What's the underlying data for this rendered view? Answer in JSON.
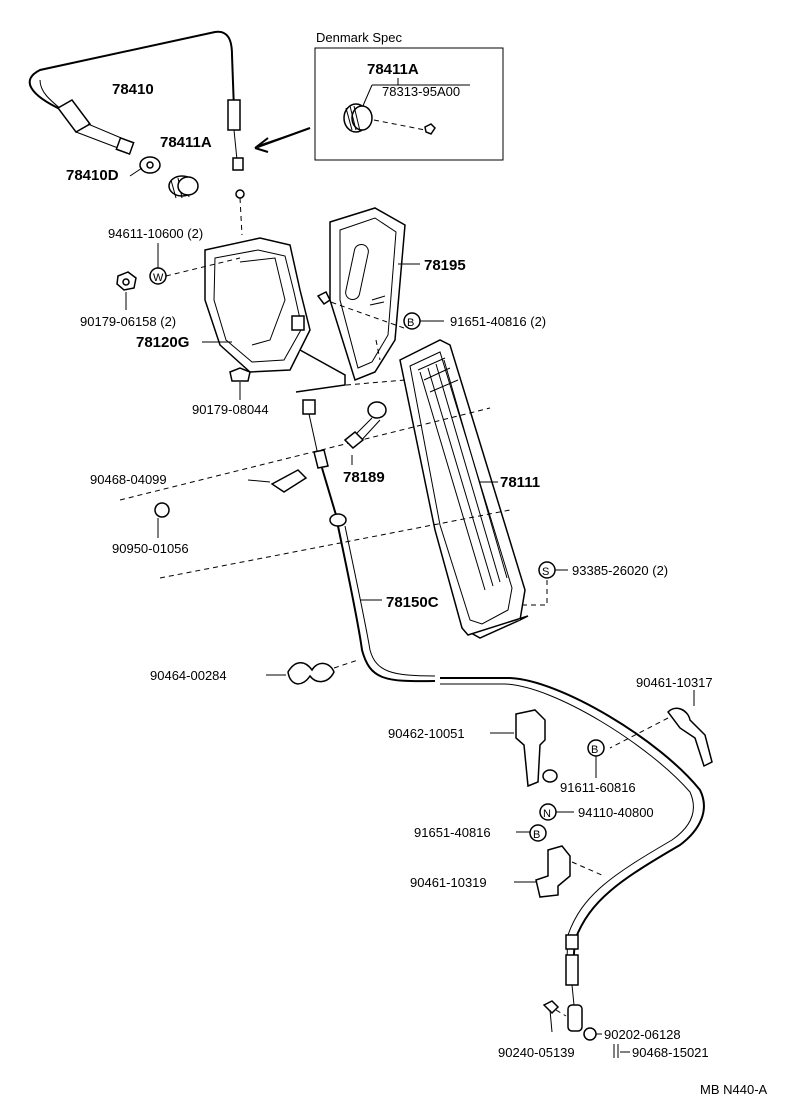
{
  "inset": {
    "title": "Denmark Spec",
    "part_main": "78411A",
    "part_sub": "78313-95A00"
  },
  "labels": {
    "p78410": "78410",
    "p78411A": "78411A",
    "p78410D": "78410D",
    "p94611": "94611-10600 (2)",
    "p78195": "78195",
    "p90179a": "90179-06158 (2)",
    "p91651a": "91651-40816 (2)",
    "p78120G": "78120G",
    "p90179b": "90179-08044",
    "p90468a": "90468-04099",
    "p78189": "78189",
    "p78111": "78111",
    "p90950": "90950-01056",
    "p93385": "93385-26020 (2)",
    "p78150C": "78150C",
    "p90464": "90464-00284",
    "p90461a": "90461-10317",
    "p90462": "90462-10051",
    "p91611": "91611-60816",
    "p94110": "94110-40800",
    "p91651b": "91651-40816",
    "p90461b": "90461-10319",
    "p90202": "90202-06128",
    "p90240": "90240-05139",
    "p90468b": "90468-15021"
  },
  "symbols": {
    "washer": "W",
    "bolt": "B",
    "screw": "S",
    "nut": "N"
  },
  "footer": {
    "code": "MB N440-A"
  }
}
